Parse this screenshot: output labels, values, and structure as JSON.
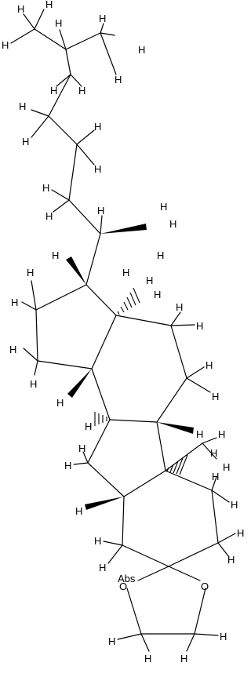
{
  "figure": {
    "atom_symbols": {
      "hydrogen": "H",
      "oxygen": "O",
      "abs_label": "Abs"
    },
    "colors": {
      "stroke": "#000000",
      "background": "#ffffff"
    }
  }
}
